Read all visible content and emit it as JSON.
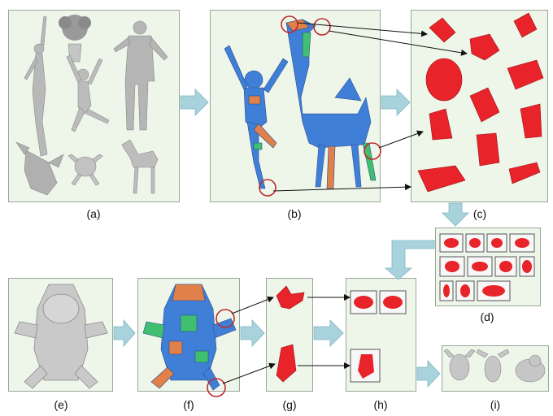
{
  "labels": {
    "a": "(a)",
    "b": "(b)",
    "c": "(c)",
    "d": "(d)",
    "e": "(e)",
    "f": "(f)",
    "g": "(g)",
    "h": "(h)",
    "i": "(i)"
  },
  "colors": {
    "panel_bg": "#eef6ea",
    "arrow_fill": "#a9d3dc",
    "part_red": "#e8232a",
    "gray_model": "#b8b8b8",
    "seg_blue": "#3f7fd8",
    "seg_orange": "#e0804a",
    "seg_green": "#3fbf6f",
    "callout": "#c0282d"
  }
}
